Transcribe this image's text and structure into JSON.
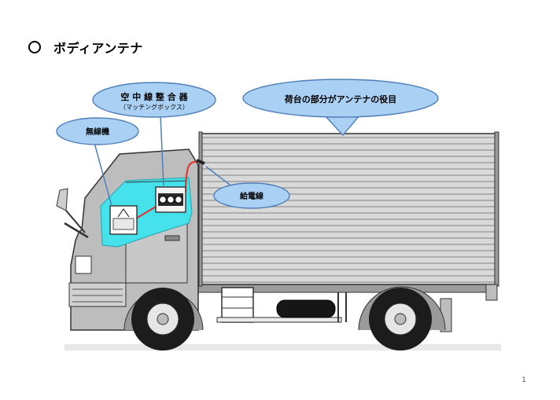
{
  "title": "ボディアンテナ",
  "labels": {
    "tuner_main": "空 中 線 整 合 器",
    "tuner_sub": "（マッチングボックス）",
    "radio": "無線機",
    "cargo_role": "荷台の部分がアンテナの役目",
    "feed_line": "給電線"
  },
  "colors": {
    "callout_fill": "#aad0f4",
    "callout_stroke": "#4f7fb8",
    "cab_highlight": "#3fe4ee",
    "feed_wire": "#e0302a",
    "truck_gray": "#bdbdbd",
    "truck_dark": "#2a2a2a"
  },
  "page_number": "1"
}
